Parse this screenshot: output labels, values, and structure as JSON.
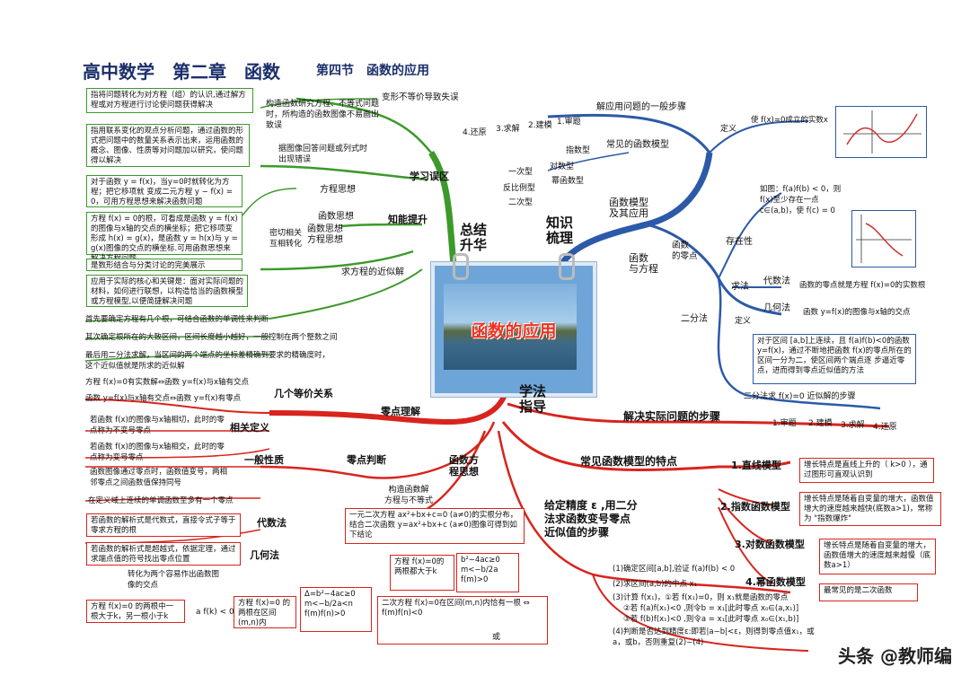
{
  "title": {
    "main": "高中数学　第二章　函数",
    "sub": "第四节　函数的应用"
  },
  "center_card": {
    "label": "函数的应用"
  },
  "branches": {
    "summary": "总结\n升华",
    "knowledge": "知识\n梳理",
    "method": "学法\n指导"
  },
  "summary": {
    "misconceptions": "学习误区",
    "ability": "知能提升",
    "m1": "变形不等价导致失误",
    "m2": "构造函数研究方程、不等式问题时，所构造的函数图像不易画出致误",
    "m3": "据图像回答问题或列式时出现错误",
    "box1": "指将问题转化为对方程（组）的认识,通过解方程或对方程进行讨论使问题获得解决",
    "box2": "指用联系变化的观点分析问题，通过函数的形式把问题中的数量关系表示出来，运用函数的概念、图像、性质等对问题加以研究，使问题得以解决",
    "box3": "对于函数 y = f(x)，当y=0时就转化为方程；把它移项就 变成二元方程 y − f(x) = 0，可用方程思想来解决函数问题",
    "box4": "方程 f(x) = 0的根，可看成是函数 y = f(x)的图像与x轴的交点的横坐标；把它移项变形成 h(x) = g(x)，是函数 y = h(x)与 y = g(x)图像的交点的横坐标.可用函数思想来解决方程问题",
    "box5": "是数形结合与分类讨论的完美展示",
    "box6": "应用于实际的核心和关键是：面对实际问题的材料，如何进行联想，以构造恰当的函数模型或方程模型,以便简捷解决问题",
    "eq_thought": "方程思想",
    "fn_thought": "函数思想",
    "fn_eq_thought": "函数思想\n方程思想",
    "mutual": "密切相关\n互相转化",
    "approx": "求方程的近似解",
    "s1": "首先要确定方程有几个根，可结合函数的单调性来判断",
    "s2": "其次确定根所在的大致区间，区间长度越小越好，一般控制在两个整数之间",
    "s3": "最后用二分法求解，当区间的两个端点的坐标差精确到要求的精确度时，这个近似值就是所求的近似解"
  },
  "knowledge": {
    "general_steps": "解应用问题的一般步骤",
    "steps": [
      "1.审题",
      "2.建模",
      "3.求解",
      "4.还原"
    ],
    "common_models": "常见的函数模型",
    "models": [
      "指数型",
      "对数型",
      "幂函数型",
      "一次型",
      "反比例型",
      "二次型"
    ],
    "model_app": "函数模型\n及其应用",
    "fn_eq": "函数\n与方程",
    "zero": "函数\n的零点",
    "def": "定义",
    "def_text": "使 f(x)=0成立的实数x",
    "existence": "存在性",
    "exist_text": "如图：f(a)f(b) < 0，则 f(x)至少存在一点c∈(a,b)，使 f(c) = 0",
    "solve": "求法",
    "algebra": "代数法",
    "algebra_text": "函数的零点就是方程 f(x)=0的实数根",
    "geometry": "几何法",
    "geometry_text": "函数 y=f(x)的图像与x轴的交点",
    "bisection": "二分法",
    "def2": "定义",
    "bisect_box": "对于区间 [a,b]上连续，且 f(a)f(b)<0的函数 y=f(x)，通过不断地把函数 f(x)的零点所在的区间一分为二，使区间两个端点逐 步逼近零点，进而得到零点近似值的方法",
    "bisect_solve": "二分法求 f(x)=0 近似解的步骤"
  },
  "method": {
    "zero_understanding": "零点理解",
    "several_equiv": "几个等价关系",
    "equiv1": "方程 f(x)=0有实数解⇔函数 y=f(x)与x轴有交点",
    "equiv2": "函数 y=f(x)与x轴有交点⇔函数 y=f(x)有零点",
    "related_def": "相关定义",
    "rd1": "若函数 f(x)的图像与x轴相切，此时的零点称为不变号零点",
    "rd2": "若函数 f(x)的图像与x轴相交，此时的零点称为变号零点",
    "general_prop": "一般性质",
    "gp1": "函数图像通过零点时，函数值变号，两相邻零点之间函数值保持同号",
    "gp2": "在定义域上连续的单调函数至多有一个零点",
    "zero_judge": "零点判断",
    "algebra": "代数法",
    "alg_text": "若函数的解析式是代数式，直接令式子等于零求方程的根",
    "geometry": "几何法",
    "geo_text": "若函数的解析式是超越式，依据定理，通过求端点值的符号找出零点位置",
    "transform": "转化为两个容易作出函数图像的交点",
    "fn_eq_idea": "函数方\n程思想",
    "construct": "构造函数解\n方程与不等式",
    "quad_box": "一元二次方程 ax²+bx+c=0 (a≠0)的实根分布，结合二次函数 y=ax²+bx+c (a≠0)图像可得到如下结论",
    "cond_title": "方程 f(x)=0的两根都大于k",
    "cond_right": "b²−4ac≥0\nm<−b/2a\nf(m)>0",
    "left_box": "方程 f(x)=0 的两根中一根大于k，另一根小于k",
    "left_cond": "a f(k) < 0",
    "mid_box": "方程 f(x)=0 的两根在区间(m,n)内",
    "mid_cond": "Δ=b²−4ac≥0\nm<−b/2a<n\nf(m)f(n)>0",
    "right_box": "二次方程 f(x)=0在区间(m,n)内恰有一根 ⇔ f(m)f(n)<0",
    "right_or": "或",
    "precision": "给定精度 ε ,用二分\n法求函数变号零点\n近似值的步骤",
    "p1": "(1)确定区间[a,b],验证 f(a)f(b) < 0",
    "p2": "(2)求区间(a,b)的中点 x₁",
    "p3": "(3)计算 f(x₁)，①若 f(x₁)=0，则 x₁就是函数的零点",
    "p3b": "②若 f(a)f(x₁)<0 ,则令b = x₁[此时零点 x₀∈(a,x₁)]",
    "p3c": "③若 f(b)f(x₁)<0 ,则令a = x₁[此时零点 x₀∈(x₁,b)]",
    "p4": "(4)判断是否达到精度ε:即若|a−b|<ε，则得到零点值x₁，或a，或b，否则重复(2)−(4)",
    "solve_real": "解决实际问题的步骤",
    "rsteps": [
      "1.审题",
      "2.建模",
      "3.求解",
      "4.还原"
    ],
    "model_features": "常见函数模型的特点",
    "linear": "1.直线模型",
    "linear_text": "增长特点是直线上升的（ k>0 ），通过图形可直观认识到",
    "exp": "2.指数函数模型",
    "exp_text": "增长特点是随着自变量的增大，函数值增大的速度越来越快(底数a>1)，常称为 \"指数爆炸\"",
    "log": "3.对数函数模型",
    "log_text": "增长特点是随着自变量的增大，函数值增大的速度越来越慢（底数a>1）",
    "power": "4.幂函数模型",
    "power_text": "最常见的是二次函数"
  },
  "watermark": "头条 @教师编",
  "colors": {
    "green": "#3c9a2a",
    "blue": "#2c5aa8",
    "red": "#d8241d",
    "navy": "#1b2f6b"
  }
}
